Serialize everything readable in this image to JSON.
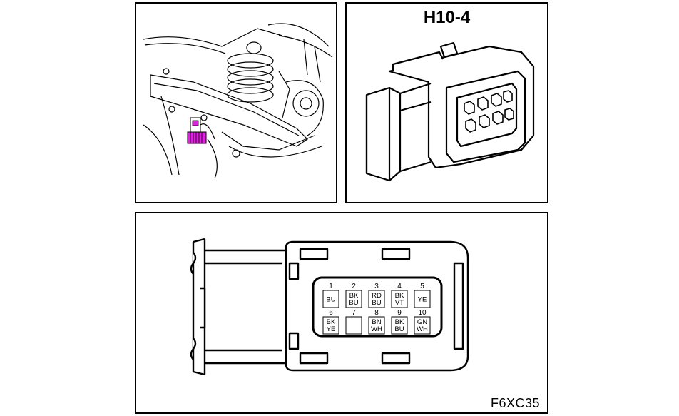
{
  "connector_label": "H10-4",
  "figure_ref": "F6XC35",
  "highlight_color": "#e020e0",
  "pins": [
    {
      "num": "1",
      "wire": [
        "BU"
      ]
    },
    {
      "num": "2",
      "wire": [
        "BK",
        "BU"
      ]
    },
    {
      "num": "3",
      "wire": [
        "RD",
        "BU"
      ]
    },
    {
      "num": "4",
      "wire": [
        "BK",
        "VT"
      ]
    },
    {
      "num": "5",
      "wire": [
        "YE"
      ]
    },
    {
      "num": "6",
      "wire": [
        "BK",
        "YE"
      ]
    },
    {
      "num": "7",
      "wire": []
    },
    {
      "num": "8",
      "wire": [
        "BN",
        "WH"
      ]
    },
    {
      "num": "9",
      "wire": [
        "BK",
        "BU"
      ]
    },
    {
      "num": "10",
      "wire": [
        "GN",
        "WH"
      ]
    }
  ]
}
